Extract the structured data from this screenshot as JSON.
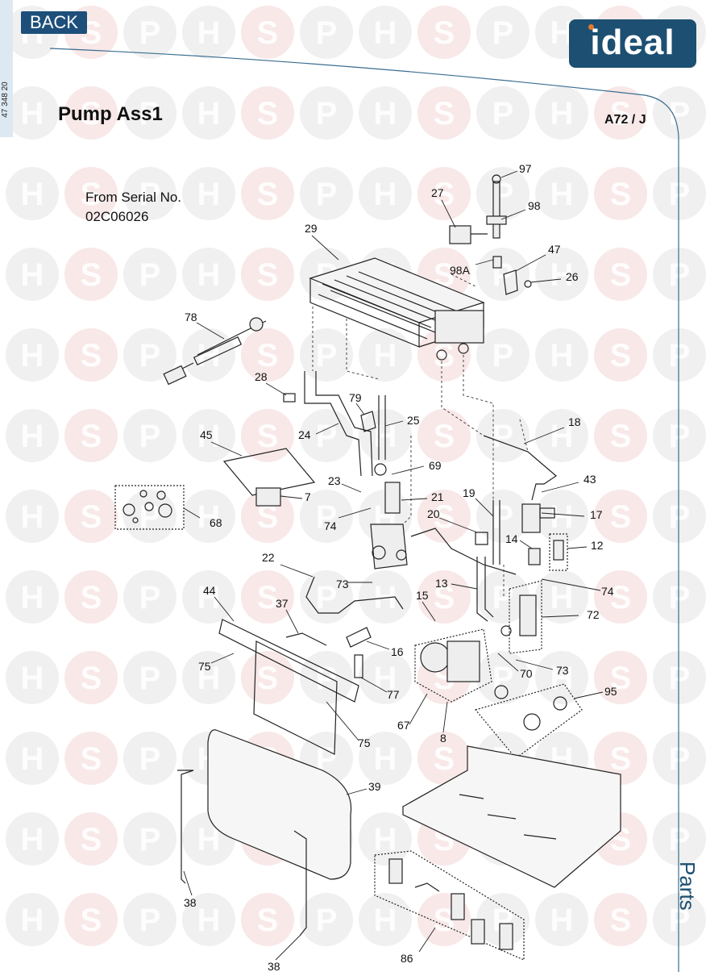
{
  "header": {
    "back_label": "BACK",
    "doc_code": "47 348 20",
    "brand": "ideal",
    "title": "Pump Ass1",
    "model": "A72 / J",
    "serial_line1": "From Serial No.",
    "serial_line2": "02C06026",
    "side_tab": "Parts"
  },
  "watermark_letters": [
    "H",
    "S",
    "P"
  ],
  "part_labels": {
    "l97": "97",
    "l27": "27",
    "l98": "98",
    "l29": "29",
    "l47": "47",
    "l98a": "98A",
    "l26": "26",
    "l78": "78",
    "l28": "28",
    "l79": "79",
    "l25": "25",
    "l18": "18",
    "l24": "24",
    "l45": "45",
    "l69": "69",
    "l23": "23",
    "l43": "43",
    "l21": "21",
    "l7": "7",
    "l19": "19",
    "l17": "17",
    "l68": "68",
    "l74a": "74",
    "l20": "20",
    "l14": "14",
    "l12": "12",
    "l22": "22",
    "l73a": "73",
    "l13": "13",
    "l74b": "74",
    "l44": "44",
    "l15": "15",
    "l72": "72",
    "l37": "37",
    "l16": "16",
    "l75a": "75",
    "l70": "70",
    "l73b": "73",
    "l77": "77",
    "l95": "95",
    "l67": "67",
    "l8": "8",
    "l75b": "75",
    "l39": "39",
    "l38a": "38",
    "l38b": "38",
    "l86": "86"
  },
  "colors": {
    "brand_blue": "#1c4f72",
    "back_blue": "#1d4f7a",
    "watermark_grey": "#e4e4e4",
    "watermark_red": "#f2d6d6",
    "line": "#222222"
  }
}
